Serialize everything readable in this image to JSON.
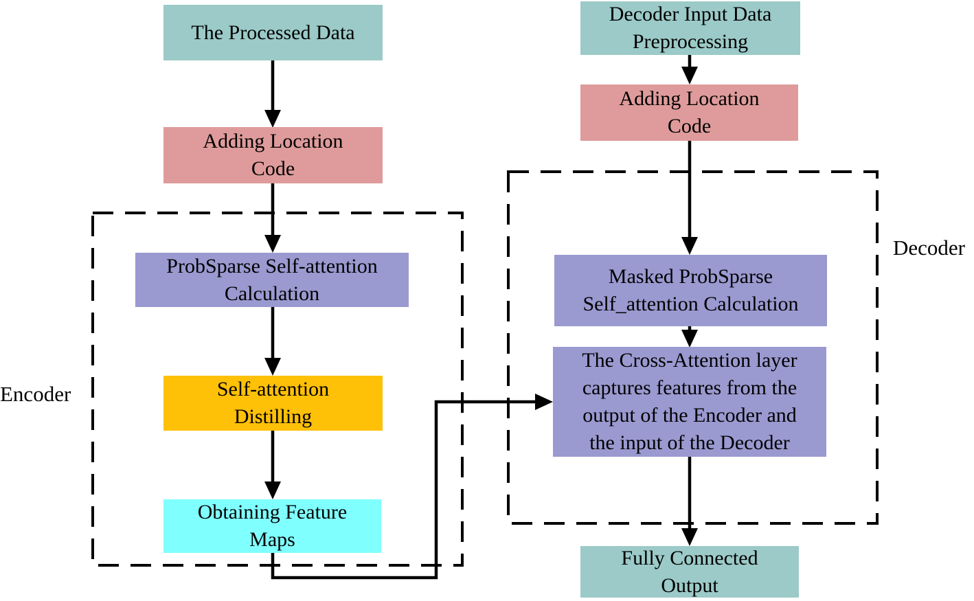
{
  "diagram": {
    "type": "flowchart",
    "groups": {
      "encoder_label": "Encoder",
      "decoder_label": "Decoder"
    },
    "nodes": {
      "processed_data": {
        "label": "The Processed Data",
        "color": "teal"
      },
      "adding_location_encoder": {
        "label": "Adding Location\nCode",
        "color": "salmon"
      },
      "probsparse": {
        "label": "ProbSparse Self-attention\nCalculation",
        "color": "purple"
      },
      "distilling": {
        "label": "Self-attention\nDistilling",
        "color": "orange"
      },
      "feature_maps": {
        "label": "Obtaining Feature\nMaps",
        "color": "cyan"
      },
      "decoder_input": {
        "label": "Decoder Input Data\nPreprocessing",
        "color": "teal"
      },
      "adding_location_decoder": {
        "label": "Adding Location\nCode",
        "color": "salmon"
      },
      "masked_probsparse": {
        "label": "Masked ProbSparse\nSelf_attention Calculation",
        "color": "purple"
      },
      "cross_attention": {
        "label": "The Cross-Attention layer\ncaptures features from the\noutput of the Encoder and\nthe input of the Decoder",
        "color": "purple"
      },
      "fully_connected": {
        "label": "Fully Connected\nOutput",
        "color": "teal"
      }
    },
    "edges": [
      {
        "from": "processed_data",
        "to": "adding_location_encoder"
      },
      {
        "from": "adding_location_encoder",
        "to": "probsparse"
      },
      {
        "from": "probsparse",
        "to": "distilling"
      },
      {
        "from": "distilling",
        "to": "feature_maps"
      },
      {
        "from": "feature_maps",
        "to": "cross_attention"
      },
      {
        "from": "decoder_input",
        "to": "adding_location_decoder"
      },
      {
        "from": "adding_location_decoder",
        "to": "masked_probsparse"
      },
      {
        "from": "masked_probsparse",
        "to": "cross_attention"
      },
      {
        "from": "cross_attention",
        "to": "fully_connected"
      }
    ]
  },
  "colors": {
    "teal": "#9bcac8",
    "salmon": "#df9b9b",
    "purple": "#9a99d0",
    "orange": "#ffc008",
    "cyan": "#80ffff",
    "line": "#000000"
  }
}
